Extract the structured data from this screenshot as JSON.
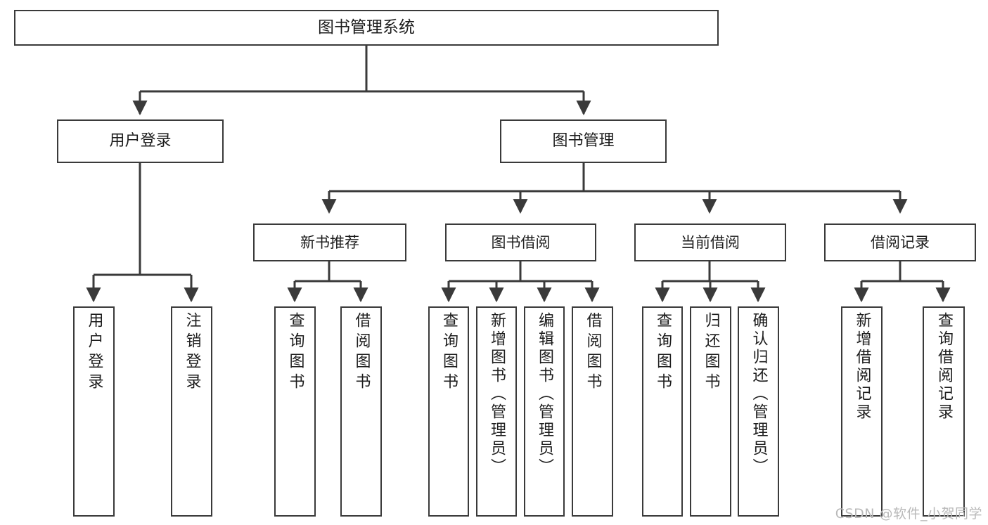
{
  "diagram": {
    "type": "tree",
    "title": "图书管理系统",
    "root": {
      "id": "root",
      "label": "图书管理系统"
    },
    "level1": [
      {
        "id": "user-login",
        "label": "用户登录"
      },
      {
        "id": "book-manage",
        "label": "图书管理"
      }
    ],
    "level2": [
      {
        "id": "new-book-recommend",
        "label": "新书推荐",
        "parent": "book-manage"
      },
      {
        "id": "book-borrow",
        "label": "图书借阅",
        "parent": "book-manage"
      },
      {
        "id": "current-borrow",
        "label": "当前借阅",
        "parent": "book-manage"
      },
      {
        "id": "borrow-record",
        "label": "借阅记录",
        "parent": "book-manage"
      }
    ],
    "leaves": [
      {
        "id": "leaf-user-login",
        "label": "用户登录",
        "parent": "user-login"
      },
      {
        "id": "leaf-logout-login",
        "label": "注销登录",
        "parent": "user-login"
      },
      {
        "id": "leaf-query-book-1",
        "label": "查询图书",
        "parent": "new-book-recommend"
      },
      {
        "id": "leaf-borrow-book-1",
        "label": "借阅图书",
        "parent": "new-book-recommend"
      },
      {
        "id": "leaf-query-book-2",
        "label": "查询图书",
        "parent": "book-borrow"
      },
      {
        "id": "leaf-add-book",
        "label": "新增图书（管理员）",
        "parent": "book-borrow"
      },
      {
        "id": "leaf-edit-book",
        "label": "编辑图书（管理员）",
        "parent": "book-borrow"
      },
      {
        "id": "leaf-borrow-book-2",
        "label": "借阅图书",
        "parent": "book-borrow"
      },
      {
        "id": "leaf-query-book-3",
        "label": "查询图书",
        "parent": "current-borrow"
      },
      {
        "id": "leaf-return-book",
        "label": "归还图书",
        "parent": "current-borrow"
      },
      {
        "id": "leaf-confirm-return",
        "label": "确认归还（管理员）",
        "parent": "current-borrow"
      },
      {
        "id": "leaf-add-record",
        "label": "新增借阅记录",
        "parent": "borrow-record"
      },
      {
        "id": "leaf-query-record",
        "label": "查询借阅记录",
        "parent": "borrow-record"
      }
    ],
    "colors": {
      "stroke": "#3a3a3a",
      "fill": "#ffffff",
      "text": "#1d1d1d",
      "watermark": "#b9b9b9"
    }
  },
  "watermark": {
    "text": "CSDN @软件_小贺同学"
  }
}
